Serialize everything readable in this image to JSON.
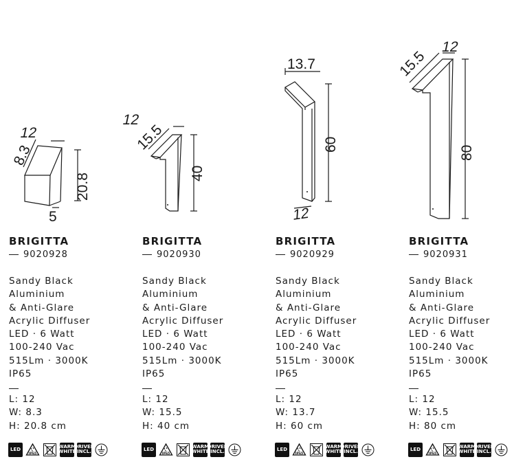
{
  "icon_labels": {
    "led": "LED",
    "ip": "IP65",
    "warm": "WARM WHITE",
    "driver": "DRIVER INCL."
  },
  "icons": [
    "led-icon",
    "ip65-icon",
    "no-disposal-icon",
    "warm-white-icon",
    "driver-included-icon",
    "ground-icon"
  ],
  "products": [
    {
      "name": "BRIGITTA",
      "code": "9020928",
      "specs": [
        "Sandy Black",
        "Aluminium",
        "& Anti-Glare",
        "Acrylic Diffuser",
        "LED · 6 Watt",
        "100-240 Vac",
        "515Lm · 3000K",
        "IP65"
      ],
      "dims": [
        "L: 12",
        "W: 8.3",
        "H: 20.8 cm"
      ],
      "drawing_labels": [
        "12",
        "8.3",
        "20.8",
        "5"
      ]
    },
    {
      "name": "BRIGITTA",
      "code": "9020930",
      "specs": [
        "Sandy Black",
        "Aluminium",
        "& Anti-Glare",
        "Acrylic Diffuser",
        "LED · 6 Watt",
        "100-240 Vac",
        "515Lm · 3000K",
        "IP65"
      ],
      "dims": [
        "L: 12",
        "W: 15.5",
        "H: 40 cm"
      ],
      "drawing_labels": [
        "15.5",
        "12",
        "40"
      ]
    },
    {
      "name": "BRIGITTA",
      "code": "9020929",
      "specs": [
        "Sandy Black",
        "Aluminium",
        "& Anti-Glare",
        "Acrylic Diffuser",
        "LED · 6 Watt",
        "100-240 Vac",
        "515Lm · 3000K",
        "IP65"
      ],
      "dims": [
        "L: 12",
        "W: 13.7",
        "H: 60 cm"
      ],
      "drawing_labels": [
        "13.7",
        "60",
        "12"
      ]
    },
    {
      "name": "BRIGITTA",
      "code": "9020931",
      "specs": [
        "Sandy Black",
        "Aluminium",
        "& Anti-Glare",
        "Acrylic Diffuser",
        "LED · 6 Watt",
        "100-240 Vac",
        "515Lm · 3000K",
        "IP65"
      ],
      "dims": [
        "L: 12",
        "W: 15.5",
        "H: 80 cm"
      ],
      "drawing_labels": [
        "15.5",
        "12",
        "80"
      ]
    }
  ]
}
